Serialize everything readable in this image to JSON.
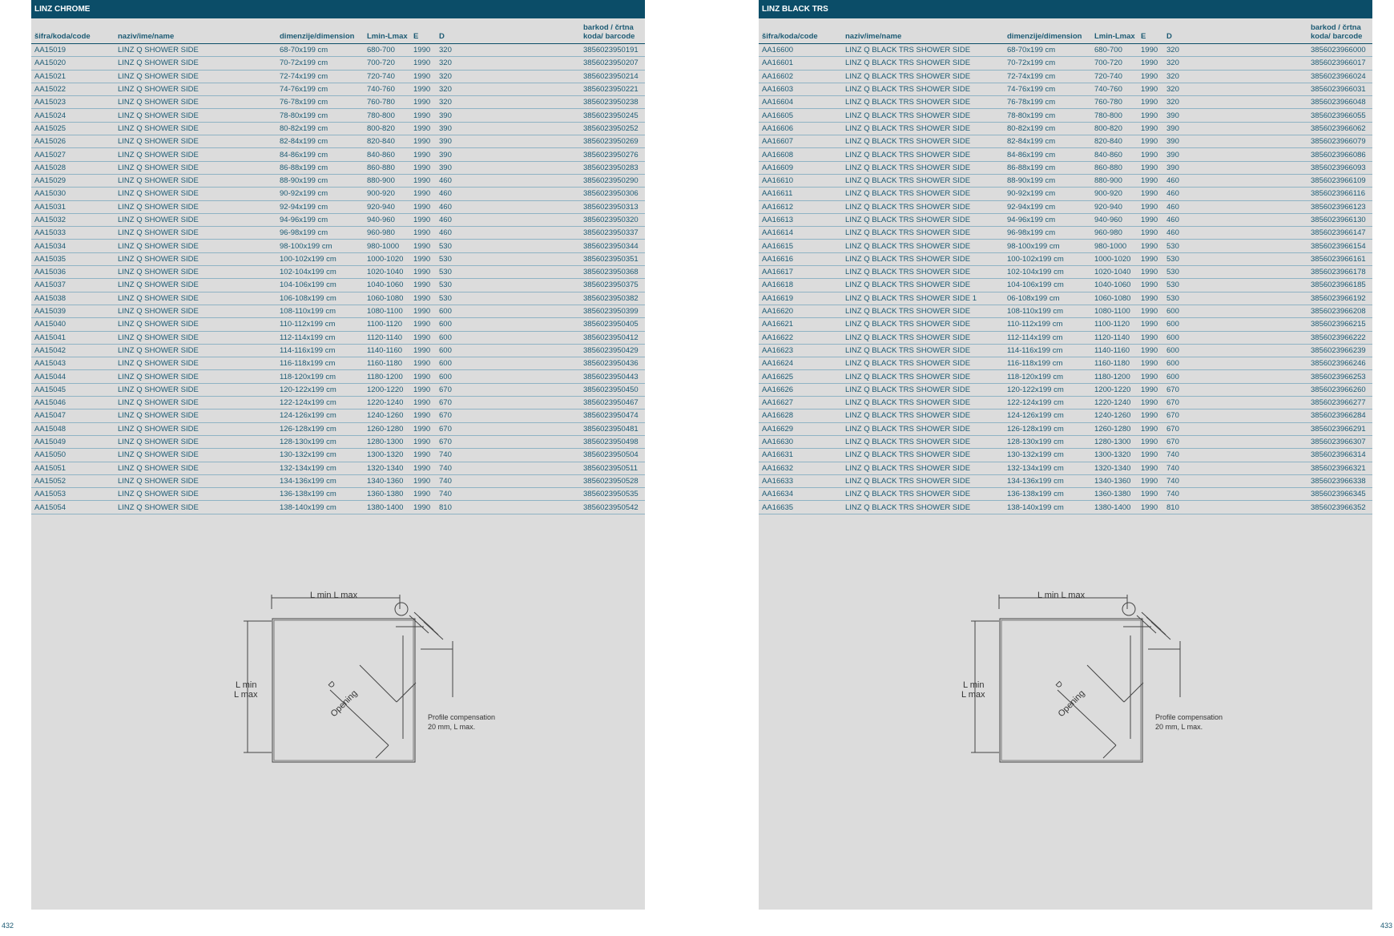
{
  "columns": [
    "šifra/koda/code",
    "naziv/ime/name",
    "dimenzije/dimension",
    "Lmin-Lmax",
    "E",
    "D",
    "barkod / črtna koda/ barcode"
  ],
  "left": {
    "title": "LINZ CHROME",
    "rows": [
      [
        "AA15019",
        "LINZ Q SHOWER SIDE",
        "68-70x199 cm",
        "680-700",
        "1990",
        "320",
        "3856023950191"
      ],
      [
        "AA15020",
        "LINZ Q SHOWER SIDE",
        "70-72x199 cm",
        "700-720",
        "1990",
        "320",
        "3856023950207"
      ],
      [
        "AA15021",
        "LINZ Q SHOWER SIDE",
        "72-74x199 cm",
        "720-740",
        "1990",
        "320",
        "3856023950214"
      ],
      [
        "AA15022",
        "LINZ Q SHOWER SIDE",
        "74-76x199 cm",
        "740-760",
        "1990",
        "320",
        "3856023950221"
      ],
      [
        "AA15023",
        "LINZ Q SHOWER SIDE",
        "76-78x199 cm",
        "760-780",
        "1990",
        "320",
        "3856023950238"
      ],
      [
        "AA15024",
        "LINZ Q SHOWER SIDE",
        "78-80x199 cm",
        "780-800",
        "1990",
        "390",
        "3856023950245"
      ],
      [
        "AA15025",
        "LINZ Q SHOWER SIDE",
        "80-82x199 cm",
        "800-820",
        "1990",
        "390",
        "3856023950252"
      ],
      [
        "AA15026",
        "LINZ Q SHOWER SIDE",
        "82-84x199 cm",
        "820-840",
        "1990",
        "390",
        "3856023950269"
      ],
      [
        "AA15027",
        "LINZ Q SHOWER SIDE",
        "84-86x199 cm",
        "840-860",
        "1990",
        "390",
        "3856023950276"
      ],
      [
        "AA15028",
        "LINZ Q SHOWER SIDE",
        "86-88x199 cm",
        "860-880",
        "1990",
        "390",
        "3856023950283"
      ],
      [
        "AA15029",
        "LINZ Q SHOWER SIDE",
        "88-90x199 cm",
        "880-900",
        "1990",
        "460",
        "3856023950290"
      ],
      [
        "AA15030",
        "LINZ Q SHOWER SIDE",
        "90-92x199 cm",
        "900-920",
        "1990",
        "460",
        "3856023950306"
      ],
      [
        "AA15031",
        "LINZ Q SHOWER SIDE",
        "92-94x199 cm",
        "920-940",
        "1990",
        "460",
        "3856023950313"
      ],
      [
        "AA15032",
        "LINZ Q SHOWER SIDE",
        "94-96x199 cm",
        "940-960",
        "1990",
        "460",
        "3856023950320"
      ],
      [
        "AA15033",
        "LINZ Q SHOWER SIDE",
        "96-98x199 cm",
        "960-980",
        "1990",
        "460",
        "3856023950337"
      ],
      [
        "AA15034",
        "LINZ Q SHOWER SIDE",
        "98-100x199 cm",
        "980-1000",
        "1990",
        "530",
        "3856023950344"
      ],
      [
        "AA15035",
        "LINZ Q SHOWER SIDE",
        "100-102x199 cm",
        "1000-1020",
        "1990",
        "530",
        "3856023950351"
      ],
      [
        "AA15036",
        "LINZ Q SHOWER SIDE",
        "102-104x199 cm",
        "1020-1040",
        "1990",
        "530",
        "3856023950368"
      ],
      [
        "AA15037",
        "LINZ Q SHOWER SIDE",
        "104-106x199 cm",
        "1040-1060",
        "1990",
        "530",
        "3856023950375"
      ],
      [
        "AA15038",
        "LINZ Q SHOWER SIDE",
        "106-108x199 cm",
        "1060-1080",
        "1990",
        "530",
        "3856023950382"
      ],
      [
        "AA15039",
        "LINZ Q SHOWER SIDE",
        "108-110x199 cm",
        "1080-1100",
        "1990",
        "600",
        "3856023950399"
      ],
      [
        "AA15040",
        "LINZ Q SHOWER SIDE",
        "110-112x199 cm",
        "1100-1120",
        "1990",
        "600",
        "3856023950405"
      ],
      [
        "AA15041",
        "LINZ Q SHOWER SIDE",
        "112-114x199 cm",
        "1120-1140",
        "1990",
        "600",
        "3856023950412"
      ],
      [
        "AA15042",
        "LINZ Q SHOWER SIDE",
        "114-116x199 cm",
        "1140-1160",
        "1990",
        "600",
        "3856023950429"
      ],
      [
        "AA15043",
        "LINZ Q SHOWER SIDE",
        "116-118x199 cm",
        "1160-1180",
        "1990",
        "600",
        "3856023950436"
      ],
      [
        "AA15044",
        "LINZ Q SHOWER SIDE",
        "118-120x199 cm",
        "1180-1200",
        "1990",
        "600",
        "3856023950443"
      ],
      [
        "AA15045",
        "LINZ Q SHOWER SIDE",
        "120-122x199 cm",
        "1200-1220",
        "1990",
        "670",
        "3856023950450"
      ],
      [
        "AA15046",
        "LINZ Q SHOWER SIDE",
        "122-124x199 cm",
        "1220-1240",
        "1990",
        "670",
        "3856023950467"
      ],
      [
        "AA15047",
        "LINZ Q SHOWER SIDE",
        "124-126x199 cm",
        "1240-1260",
        "1990",
        "670",
        "3856023950474"
      ],
      [
        "AA15048",
        "LINZ Q SHOWER SIDE",
        "126-128x199 cm",
        "1260-1280",
        "1990",
        "670",
        "3856023950481"
      ],
      [
        "AA15049",
        "LINZ Q SHOWER SIDE",
        "128-130x199 cm",
        "1280-1300",
        "1990",
        "670",
        "3856023950498"
      ],
      [
        "AA15050",
        "LINZ Q SHOWER SIDE",
        "130-132x199 cm",
        "1300-1320",
        "1990",
        "740",
        "3856023950504"
      ],
      [
        "AA15051",
        "LINZ Q SHOWER SIDE",
        "132-134x199 cm",
        "1320-1340",
        "1990",
        "740",
        "3856023950511"
      ],
      [
        "AA15052",
        "LINZ Q SHOWER SIDE",
        "134-136x199 cm",
        "1340-1360",
        "1990",
        "740",
        "3856023950528"
      ],
      [
        "AA15053",
        "LINZ Q SHOWER SIDE",
        "136-138x199 cm",
        "1360-1380",
        "1990",
        "740",
        "3856023950535"
      ],
      [
        "AA15054",
        "LINZ Q SHOWER SIDE",
        "138-140x199 cm",
        "1380-1400",
        "1990",
        "810",
        "3856023950542"
      ]
    ]
  },
  "right": {
    "title": "LINZ BLACK TRS",
    "rows": [
      [
        "AA16600",
        "LINZ Q BLACK TRS SHOWER SIDE",
        "68-70x199 cm",
        "680-700",
        "1990",
        "320",
        "3856023966000"
      ],
      [
        "AA16601",
        "LINZ Q BLACK TRS SHOWER SIDE",
        "70-72x199 cm",
        "700-720",
        "1990",
        "320",
        "3856023966017"
      ],
      [
        "AA16602",
        "LINZ Q BLACK TRS SHOWER SIDE",
        "72-74x199 cm",
        "720-740",
        "1990",
        "320",
        "3856023966024"
      ],
      [
        "AA16603",
        "LINZ Q BLACK TRS SHOWER SIDE",
        "74-76x199 cm",
        "740-760",
        "1990",
        "320",
        "3856023966031"
      ],
      [
        "AA16604",
        "LINZ Q BLACK TRS SHOWER SIDE",
        "76-78x199 cm",
        "760-780",
        "1990",
        "320",
        "3856023966048"
      ],
      [
        "AA16605",
        "LINZ Q BLACK TRS SHOWER SIDE",
        "78-80x199 cm",
        "780-800",
        "1990",
        "390",
        "3856023966055"
      ],
      [
        "AA16606",
        "LINZ Q BLACK TRS SHOWER SIDE",
        "80-82x199 cm",
        "800-820",
        "1990",
        "390",
        "3856023966062"
      ],
      [
        "AA16607",
        "LINZ Q BLACK TRS SHOWER SIDE",
        "82-84x199 cm",
        "820-840",
        "1990",
        "390",
        "3856023966079"
      ],
      [
        "AA16608",
        "LINZ Q BLACK TRS SHOWER SIDE",
        "84-86x199 cm",
        "840-860",
        "1990",
        "390",
        "3856023966086"
      ],
      [
        "AA16609",
        "LINZ Q BLACK TRS SHOWER SIDE",
        "86-88x199 cm",
        "860-880",
        "1990",
        "390",
        "3856023966093"
      ],
      [
        "AA16610",
        "LINZ Q BLACK TRS SHOWER SIDE",
        "88-90x199 cm",
        "880-900",
        "1990",
        "460",
        "3856023966109"
      ],
      [
        "AA16611",
        "LINZ Q BLACK TRS SHOWER SIDE",
        "90-92x199 cm",
        "900-920",
        "1990",
        "460",
        "3856023966116"
      ],
      [
        "AA16612",
        "LINZ Q BLACK TRS SHOWER SIDE",
        "92-94x199 cm",
        "920-940",
        "1990",
        "460",
        "3856023966123"
      ],
      [
        "AA16613",
        "LINZ Q BLACK TRS SHOWER SIDE",
        "94-96x199 cm",
        "940-960",
        "1990",
        "460",
        "3856023966130"
      ],
      [
        "AA16614",
        "LINZ Q BLACK TRS SHOWER SIDE",
        "96-98x199 cm",
        "960-980",
        "1990",
        "460",
        "3856023966147"
      ],
      [
        "AA16615",
        "LINZ Q BLACK TRS SHOWER SIDE",
        "98-100x199 cm",
        "980-1000",
        "1990",
        "530",
        "3856023966154"
      ],
      [
        "AA16616",
        "LINZ Q BLACK TRS SHOWER SIDE",
        "100-102x199 cm",
        "1000-1020",
        "1990",
        "530",
        "3856023966161"
      ],
      [
        "AA16617",
        "LINZ Q BLACK TRS SHOWER SIDE",
        "102-104x199 cm",
        "1020-1040",
        "1990",
        "530",
        "3856023966178"
      ],
      [
        "AA16618",
        "LINZ Q BLACK TRS SHOWER SIDE",
        "104-106x199 cm",
        "1040-1060",
        "1990",
        "530",
        "3856023966185"
      ],
      [
        "AA16619",
        "LINZ Q BLACK TRS SHOWER SIDE 1",
        "06-108x199 cm",
        "1060-1080",
        "1990",
        "530",
        "3856023966192"
      ],
      [
        "AA16620",
        "LINZ Q BLACK TRS SHOWER SIDE",
        "108-110x199 cm",
        "1080-1100",
        "1990",
        "600",
        "3856023966208"
      ],
      [
        "AA16621",
        "LINZ Q BLACK TRS SHOWER SIDE",
        "110-112x199 cm",
        "1100-1120",
        "1990",
        "600",
        "3856023966215"
      ],
      [
        "AA16622",
        "LINZ Q BLACK TRS SHOWER SIDE",
        "112-114x199 cm",
        "1120-1140",
        "1990",
        "600",
        "3856023966222"
      ],
      [
        "AA16623",
        "LINZ Q BLACK TRS SHOWER SIDE",
        "114-116x199 cm",
        "1140-1160",
        "1990",
        "600",
        "3856023966239"
      ],
      [
        "AA16624",
        "LINZ Q BLACK TRS SHOWER SIDE",
        "116-118x199 cm",
        "1160-1180",
        "1990",
        "600",
        "3856023966246"
      ],
      [
        "AA16625",
        "LINZ Q BLACK TRS SHOWER SIDE",
        "118-120x199 cm",
        "1180-1200",
        "1990",
        "600",
        "3856023966253"
      ],
      [
        "AA16626",
        "LINZ Q BLACK TRS SHOWER SIDE",
        "120-122x199 cm",
        "1200-1220",
        "1990",
        "670",
        "3856023966260"
      ],
      [
        "AA16627",
        "LINZ Q BLACK TRS SHOWER SIDE",
        "122-124x199 cm",
        "1220-1240",
        "1990",
        "670",
        "3856023966277"
      ],
      [
        "AA16628",
        "LINZ Q BLACK TRS SHOWER SIDE",
        "124-126x199 cm",
        "1240-1260",
        "1990",
        "670",
        "3856023966284"
      ],
      [
        "AA16629",
        "LINZ Q BLACK TRS SHOWER SIDE",
        "126-128x199 cm",
        "1260-1280",
        "1990",
        "670",
        "3856023966291"
      ],
      [
        "AA16630",
        "LINZ Q BLACK TRS SHOWER SIDE",
        "128-130x199 cm",
        "1280-1300",
        "1990",
        "670",
        "3856023966307"
      ],
      [
        "AA16631",
        "LINZ Q BLACK TRS SHOWER SIDE",
        "130-132x199 cm",
        "1300-1320",
        "1990",
        "740",
        "3856023966314"
      ],
      [
        "AA16632",
        "LINZ Q BLACK TRS SHOWER SIDE",
        "132-134x199 cm",
        "1320-1340",
        "1990",
        "740",
        "3856023966321"
      ],
      [
        "AA16633",
        "LINZ Q BLACK TRS SHOWER SIDE",
        "134-136x199 cm",
        "1340-1360",
        "1990",
        "740",
        "3856023966338"
      ],
      [
        "AA16634",
        "LINZ Q BLACK TRS SHOWER SIDE",
        "136-138x199 cm",
        "1360-1380",
        "1990",
        "740",
        "3856023966345"
      ],
      [
        "AA16635",
        "LINZ Q BLACK TRS SHOWER SIDE",
        "138-140x199 cm",
        "1380-1400",
        "1990",
        "810",
        "3856023966352"
      ]
    ]
  },
  "diagram": {
    "top_label": "L min L max",
    "side_label_1": "L min",
    "side_label_2": "L max",
    "d_label": "D",
    "opening_label": "Opening",
    "note_line_1": "Profile compensation",
    "note_line_2": "20 mm, L max."
  },
  "pages": {
    "left": "432",
    "right": "433"
  },
  "colors": {
    "header": "#0b4d68",
    "text": "#1d5b74",
    "panel": "#dcdcdc",
    "row_line": "#8fb3c4"
  }
}
